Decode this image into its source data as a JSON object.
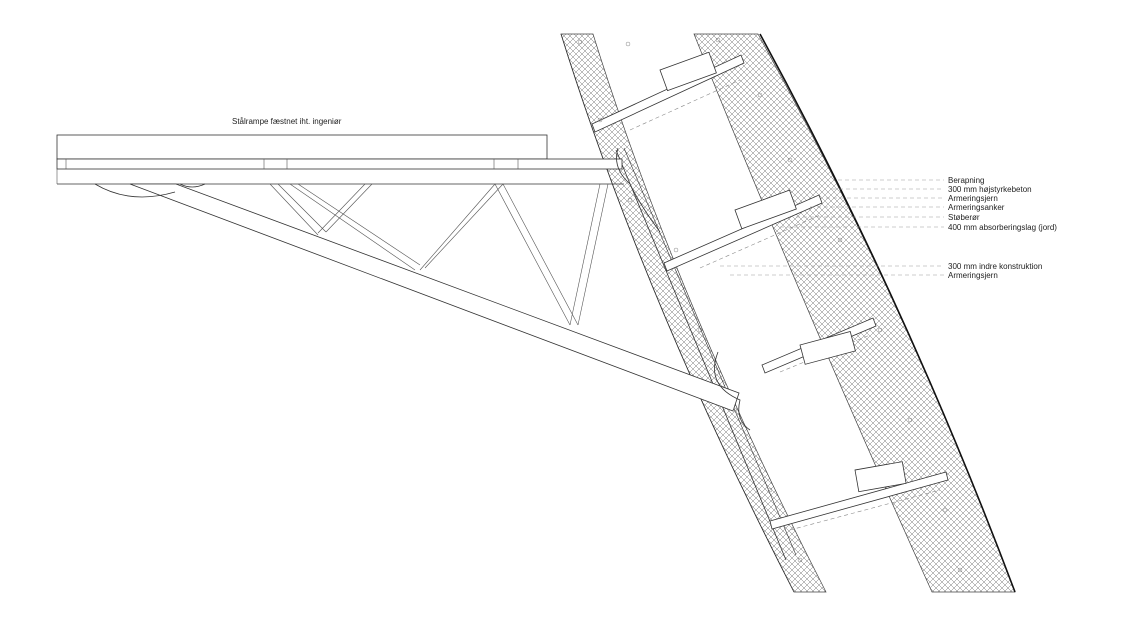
{
  "title_label": "Stålrampe fæstnet iht. ingeniør",
  "labels": [
    "Berapning",
    "300 mm højstyrkebeton",
    "Armeringsjern",
    "Armeringsanker",
    "Støberør",
    "400 mm absorberingslag (jord)",
    "300 mm indre konstruktion",
    "Armeringsjern"
  ]
}
